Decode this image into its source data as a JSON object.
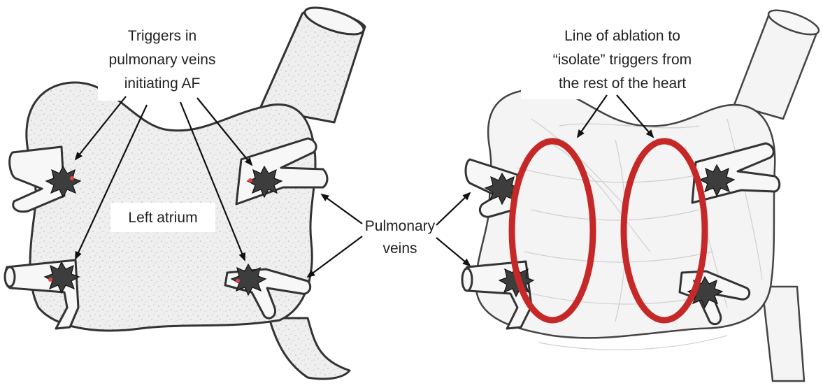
{
  "colors": {
    "trigger": "#3d3d3d",
    "ablation_line": "#c62828",
    "trigger_highlight": "#e04848",
    "tissue": "#efefef",
    "outline": "#333333"
  },
  "left_panel": {
    "triggers_label": [
      "Triggers in",
      "pulmonary veins",
      "initiating AF"
    ],
    "chamber_label": "Left atrium"
  },
  "shared": {
    "veins_label": [
      "Pulmonary",
      "veins"
    ]
  },
  "right_panel": {
    "ablation_label": [
      "Line of ablation to",
      "“isolate” triggers from",
      "the rest of the heart"
    ]
  }
}
